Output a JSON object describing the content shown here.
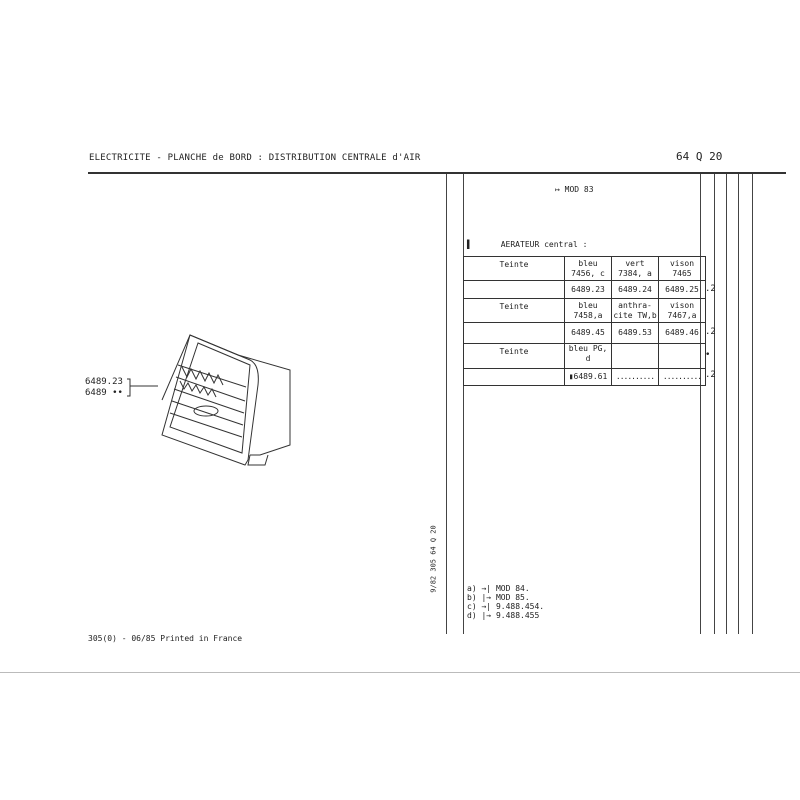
{
  "header": {
    "title": "ELECTRICITE - PLANCHE de BORD : DISTRIBUTION CENTRALE d'AIR",
    "ref": "64  Q 20"
  },
  "mod_header": "MOD 83",
  "section_title": "AERATEUR central :",
  "table": {
    "rows": [
      {
        "label": "Teinte",
        "cells": [
          "bleu 7456, c",
          "vert 7384, a",
          "vison 7465"
        ]
      },
      {
        "label": "",
        "cells": [
          "6489.23",
          "6489.24",
          "6489.25"
        ],
        "qty": ".2"
      },
      {
        "label": "Teinte",
        "cells": [
          "bleu 7458,a",
          "anthra-cite TW,b",
          "vison 7467,a"
        ]
      },
      {
        "label": "",
        "cells": [
          "6489.45",
          "6489.53",
          "6489.46"
        ],
        "qty": ".2"
      },
      {
        "label": "Teinte",
        "cells": [
          "bleu PG, d",
          "",
          ""
        ],
        "qty": "•"
      },
      {
        "label": "",
        "cells": [
          "▮6489.61",
          "..........",
          ".........."
        ],
        "qty": ".2"
      }
    ]
  },
  "callouts": [
    "6489.23",
    "6489 ••"
  ],
  "footnotes": [
    {
      "key": "a)",
      "text": "MOD 84."
    },
    {
      "key": "b)",
      "text": "MOD 85."
    },
    {
      "key": "c)",
      "text": "9.488.454."
    },
    {
      "key": "d)",
      "text": "9.488.455"
    }
  ],
  "side_ref": "9/82 305 64 Q 20",
  "footer": "305(0) - 06/85 Printed in France"
}
